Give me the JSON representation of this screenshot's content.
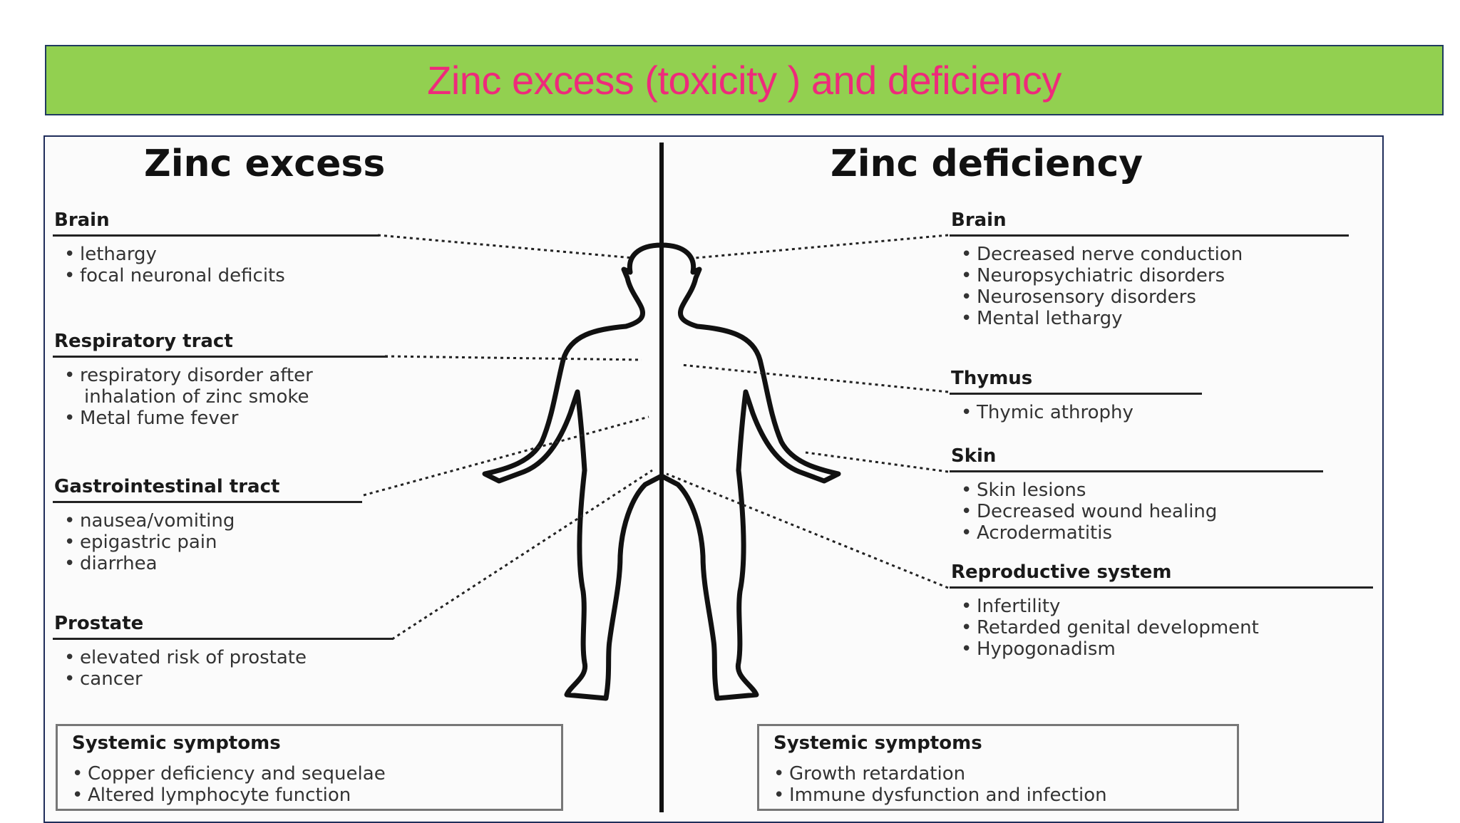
{
  "banner": {
    "title": "Zinc excess (toxicity ) and deficiency"
  },
  "colors": {
    "banner_bg": "#92d050",
    "title_text": "#ee2a7b",
    "frame_border": "#1f2d5a"
  },
  "excess": {
    "title": "Zinc excess",
    "sections": [
      {
        "title": "Brain",
        "items": [
          "lethargy",
          "focal neuronal deficits"
        ]
      },
      {
        "title": "Respiratory tract",
        "items": [
          "respiratory disorder after",
          "inhalation of zinc smoke",
          "Metal fume fever"
        ]
      },
      {
        "title": "Gastrointestinal tract",
        "items": [
          "nausea/vomiting",
          "epigastric pain",
          "diarrhea"
        ]
      },
      {
        "title": "Prostate",
        "items": [
          "elevated risk of prostate",
          "cancer"
        ]
      }
    ],
    "systemic": {
      "title": "Systemic symptoms",
      "items": [
        "Copper deficiency and sequelae",
        "Altered lymphocyte function"
      ]
    }
  },
  "deficiency": {
    "title": "Zinc deficiency",
    "sections": [
      {
        "title": "Brain",
        "items": [
          "Decreased nerve conduction",
          "Neuropsychiatric disorders",
          "Neurosensory disorders",
          "Mental lethargy"
        ]
      },
      {
        "title": "Thymus",
        "items": [
          "Thymic athrophy"
        ]
      },
      {
        "title": "Skin",
        "items": [
          "Skin lesions",
          "Decreased wound healing",
          "Acrodermatitis"
        ]
      },
      {
        "title": "Reproductive system",
        "items": [
          "Infertility",
          "Retarded genital development",
          "Hypogonadism"
        ]
      }
    ],
    "systemic": {
      "title": "Systemic symptoms",
      "items": [
        "Growth retardation",
        "Immune dysfunction and infection"
      ]
    }
  }
}
